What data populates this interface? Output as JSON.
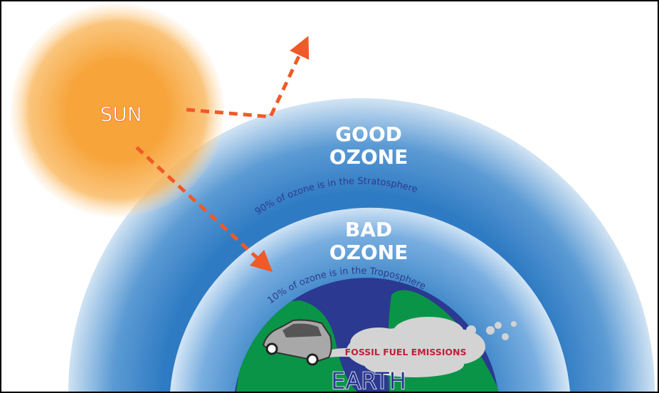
{
  "title_sun": "SUN",
  "good_ozone": [
    "GOOD",
    "OZONE"
  ],
  "bad_ozone": [
    "BAD",
    "OZONE"
  ],
  "stratosphere_label": "90% of ozone is in the Stratosphere",
  "troposphere_label": "10% of ozone is in the Troposphere",
  "emissions_label": "FOSSIL FUEL EMISSIONS",
  "earth_label": "EARTH",
  "colors": {
    "sun": "#f7a43a",
    "arrow": "#f05a28",
    "ozone_blue": "#4a8ccc",
    "earth_ocean": "#2b3990",
    "earth_land": "#0a9447",
    "emission_text": "#c0203a"
  }
}
